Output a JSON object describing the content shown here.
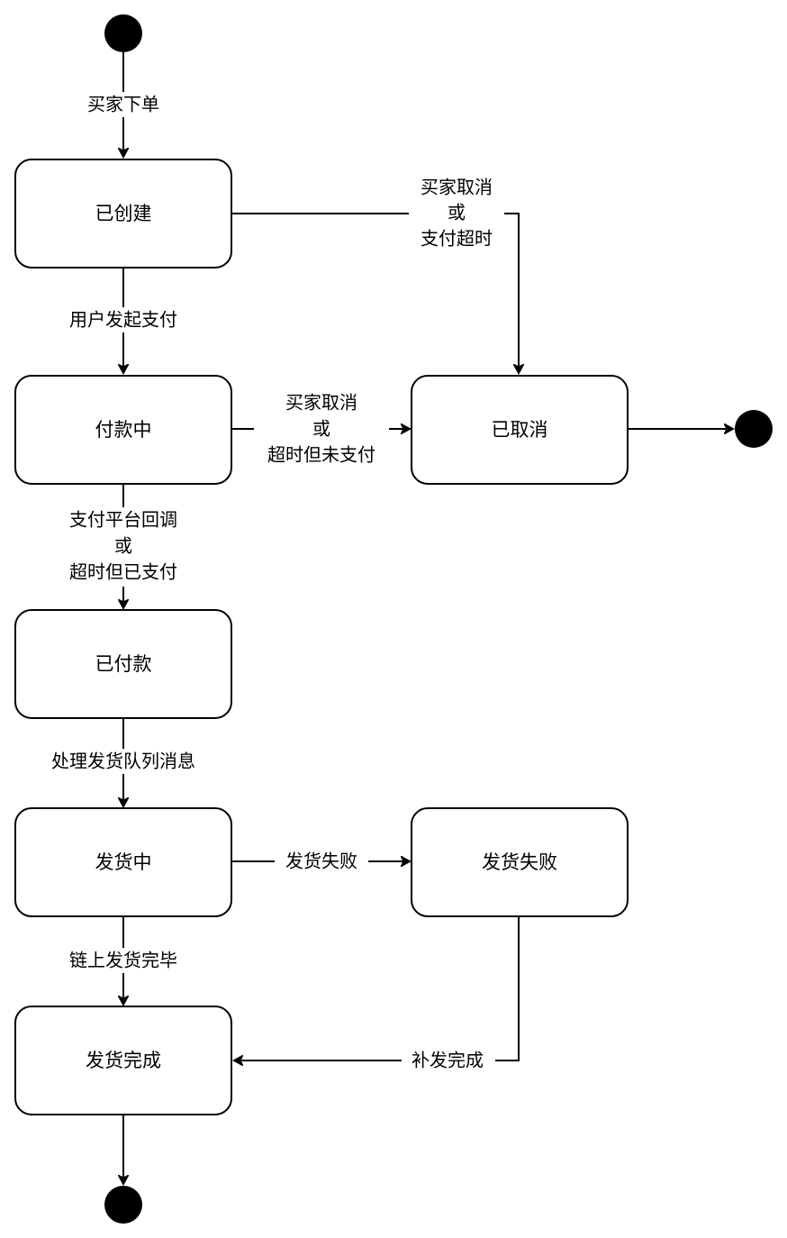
{
  "states": {
    "created": "已创建",
    "paying": "付款中",
    "cancelled": "已取消",
    "paid": "已付款",
    "shipping": "发货中",
    "ship_failed": "发货失败",
    "shipped": "发货完成"
  },
  "transitions": {
    "place_order": "买家下单",
    "start_payment": "用户发起支付",
    "created_cancel": [
      "买家取消",
      "或",
      "支付超时"
    ],
    "paying_cancel": [
      "买家取消",
      "或",
      "超时但未支付"
    ],
    "payment_done": [
      "支付平台回调",
      "或",
      "超时但已支付"
    ],
    "process_queue": "处理发货队列消息",
    "ship_fail": "发货失败",
    "chain_done": "链上发货完毕",
    "reship_done": "补发完成"
  },
  "colors": {
    "stroke": "#000000",
    "fill": "#ffffff",
    "terminal": "#000000"
  }
}
